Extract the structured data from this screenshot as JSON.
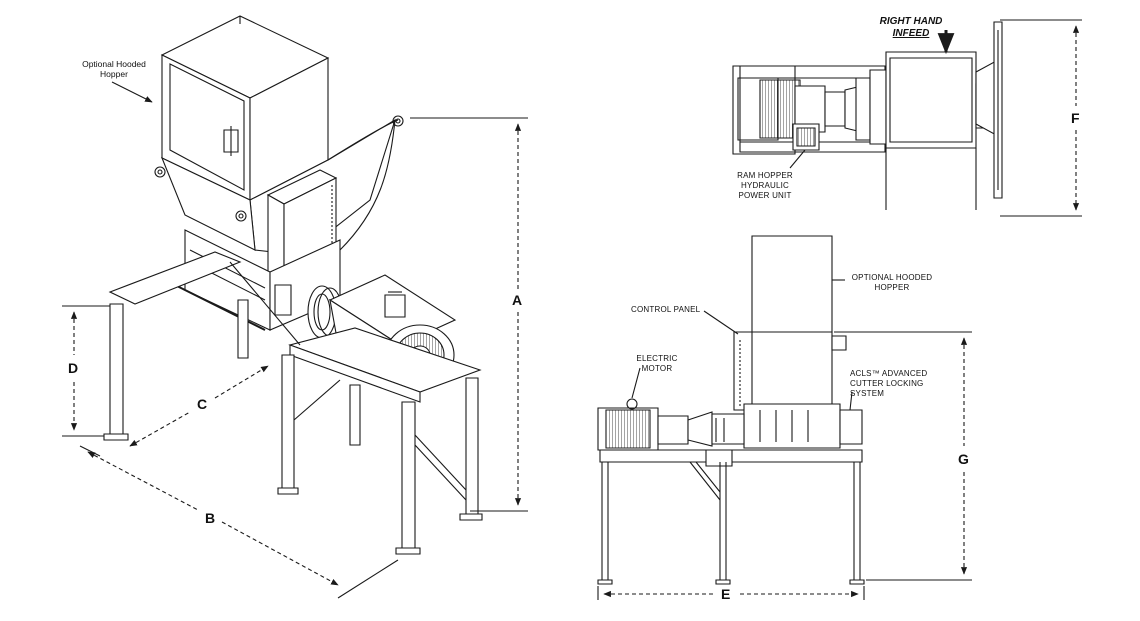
{
  "labels": {
    "iso_hopper": [
      "Optional Hooded",
      "Hopper"
    ],
    "side_hopper": [
      "OPTIONAL HOODED",
      "HOPPER"
    ],
    "control_panel": "CONTROL PANEL",
    "electric_motor": [
      "ELECTRIC",
      "MOTOR"
    ],
    "acls": [
      "ACLS™  ADVANCED",
      "CUTTER LOCKING",
      "SYSTEM"
    ],
    "ram_hopper": [
      "RAM HOPPER",
      "HYDRAULIC",
      "POWER UNIT"
    ],
    "infeed": [
      "RIGHT HAND",
      "INFEED"
    ]
  },
  "dimensions": {
    "A": "A",
    "B": "B",
    "C": "C",
    "D": "D",
    "E": "E",
    "F": "F",
    "G": "G"
  },
  "colors": {
    "line": "#1a1a1a",
    "background": "#ffffff"
  }
}
